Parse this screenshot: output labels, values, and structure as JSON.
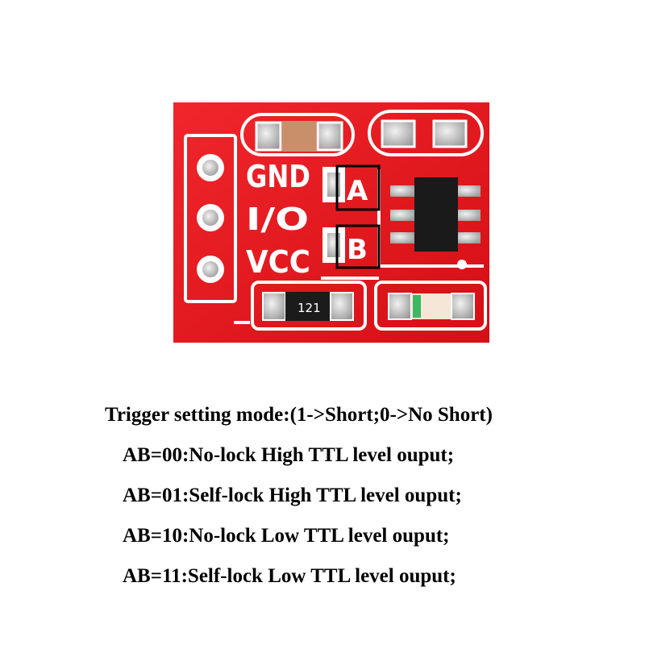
{
  "board": {
    "pin_labels": [
      "GND",
      "I/O",
      "VCC"
    ],
    "jumper_labels": [
      "A",
      "B"
    ],
    "resistor_marking": "121",
    "colors": {
      "pcb": "#e8141a",
      "silkscreen": "#ffffff",
      "pad": "#c9c9c9",
      "chip": "#1a1a1a",
      "capacitor": "#c8906a",
      "jumper_box": "#000000"
    }
  },
  "caption": {
    "title": "Trigger setting mode:(1->Short;0->No Short)",
    "lines": [
      "AB=00:No-lock High TTL level ouput;",
      "AB=01:Self-lock High TTL level ouput;",
      "AB=10:No-lock Low TTL level ouput;",
      "AB=11:Self-lock Low TTL level ouput;"
    ]
  }
}
